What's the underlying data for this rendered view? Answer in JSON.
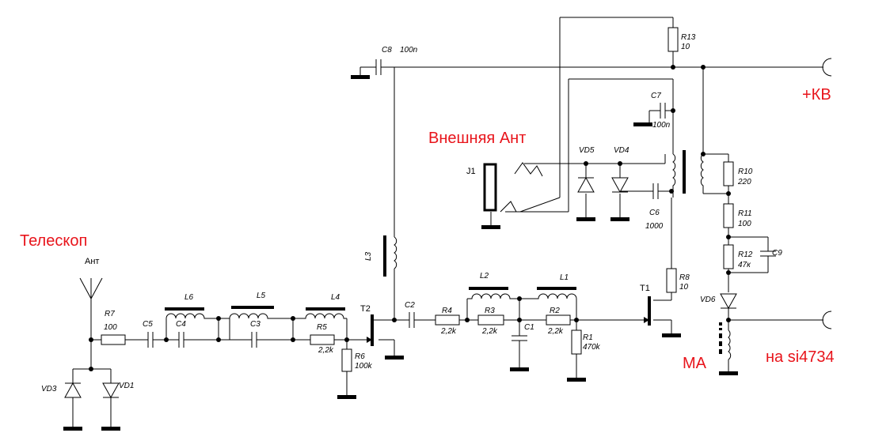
{
  "annotations": {
    "telescope": "Телескоп",
    "external_ant": "Внешняя Ант",
    "plus_kv": "+КВ",
    "ma": "МА",
    "na_si4734": "на si4734"
  },
  "labels": {
    "ant": "Ант",
    "r7": "R7",
    "r7_val": "100",
    "c5": "C5",
    "c4": "C4",
    "c3": "C3",
    "l6": "L6",
    "l5": "L5",
    "l4": "L4",
    "r5": "R5",
    "r5_val": "2,2k",
    "r6": "R6",
    "r6_val": "100k",
    "vd3": "VD3",
    "vd1": "VD1",
    "t2": "T2",
    "c2": "C2",
    "l3": "L3",
    "c8": "C8",
    "c8_val": "100n",
    "r4": "R4",
    "r4_val": "2,2k",
    "r3": "R3",
    "r3_val": "2,2k",
    "l2": "L2",
    "c1": "C1",
    "l1": "L1",
    "r2": "R2",
    "r2_val": "2,2k",
    "r1": "R1",
    "r1_val": "470k",
    "t1": "T1",
    "r8": "R8",
    "r8_val": "10",
    "r13": "R13",
    "r13_val": "10",
    "c7": "C7",
    "c7_val": "100n",
    "j1": "J1",
    "vd5": "VD5",
    "vd4": "VD4",
    "c6": "C6",
    "c6_val": "1000",
    "r10": "R10",
    "r10_val": "220",
    "r11": "R11",
    "r11_val": "100",
    "r12": "R12",
    "r12_val": "47к",
    "c9": "C9",
    "vd6": "VD6"
  }
}
